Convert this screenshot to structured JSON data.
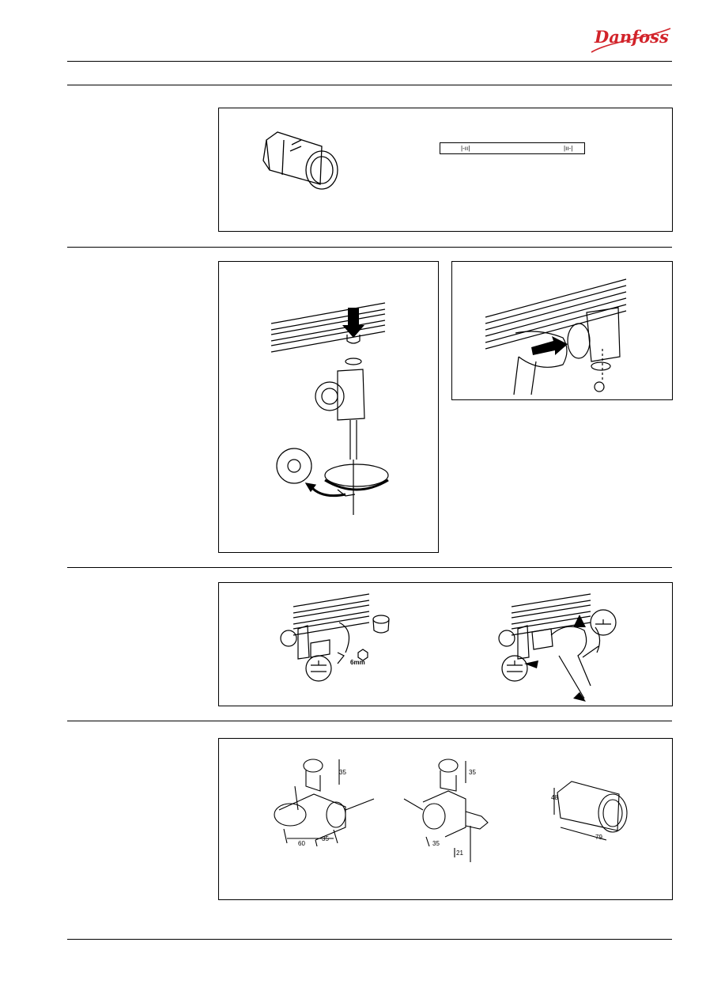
{
  "header": {
    "brand": "Danfoss",
    "brand_color": "#d2232a"
  },
  "section1": {
    "scale": {
      "left_mark": "|-ıı|",
      "right_mark": "|ıı-|"
    }
  },
  "section3": {
    "hex_key_size": "6mm"
  },
  "section4": {
    "dims_valve1": [
      "35",
      "60",
      "35"
    ],
    "dims_valve2": [
      "35",
      "35",
      "21"
    ],
    "dims_head": [
      "48",
      "79"
    ]
  },
  "icons": [
    "thermostatic-head-icon",
    "down-arrow-icon",
    "rotate-arrow-icon",
    "hex-key-icon",
    "wrench-icon",
    "valve-symbol-icon"
  ]
}
